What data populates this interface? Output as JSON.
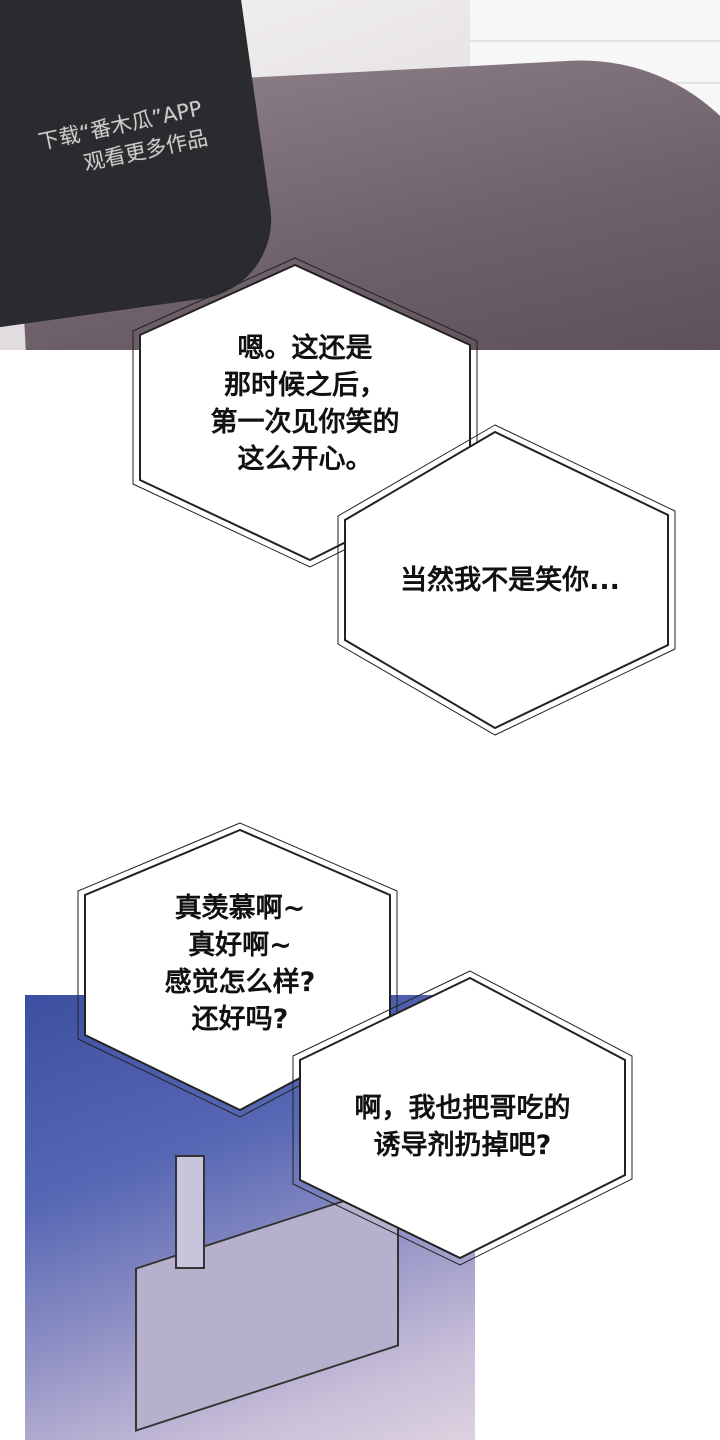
{
  "watermark": {
    "line1": "下载“番木瓜”APP",
    "line2": "观看更多作品"
  },
  "bubbles": [
    {
      "lines": [
        "嗯。这还是",
        "那时候之后，",
        "第一次见你笑的",
        "这么开心。"
      ]
    },
    {
      "lines": [
        "当然我不是笑你..."
      ]
    },
    {
      "lines": [
        "真羡慕啊~",
        "真好啊~",
        "感觉怎么样?",
        "还好吗?"
      ]
    },
    {
      "lines": [
        "啊，我也把哥吃的",
        "诱导剂扔掉吧?"
      ]
    }
  ]
}
